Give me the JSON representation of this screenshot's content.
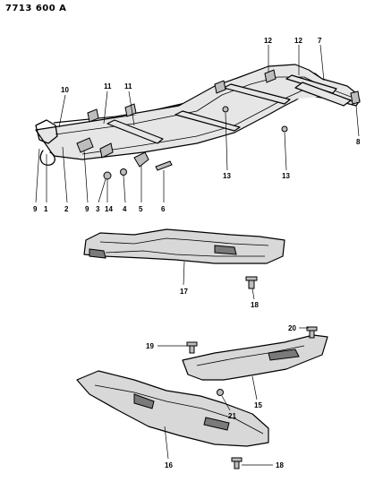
{
  "diagram_code": "7713 600 A",
  "callouts": {
    "c1": "1",
    "c2": "2",
    "c3": "3",
    "c4": "4",
    "c5": "5",
    "c6": "6",
    "c7": "7",
    "c8": "8",
    "c9a": "9",
    "c9b": "9",
    "c10": "10",
    "c11a": "11",
    "c11b": "11",
    "c12a": "12",
    "c12b": "12",
    "c13a": "13",
    "c13b": "13",
    "c14": "14",
    "c15": "15",
    "c16": "16",
    "c17": "17",
    "c18a": "18",
    "c18b": "18",
    "c19": "19",
    "c20": "20",
    "c21": "21"
  },
  "icons": {
    "frame": "chassis-frame-illustration",
    "crossmember": "crossmember-illustration",
    "skid_plate_upper": "skid-plate-illustration",
    "skid_plate_lower": "skid-plate-illustration",
    "bolt": "bolt-icon"
  }
}
